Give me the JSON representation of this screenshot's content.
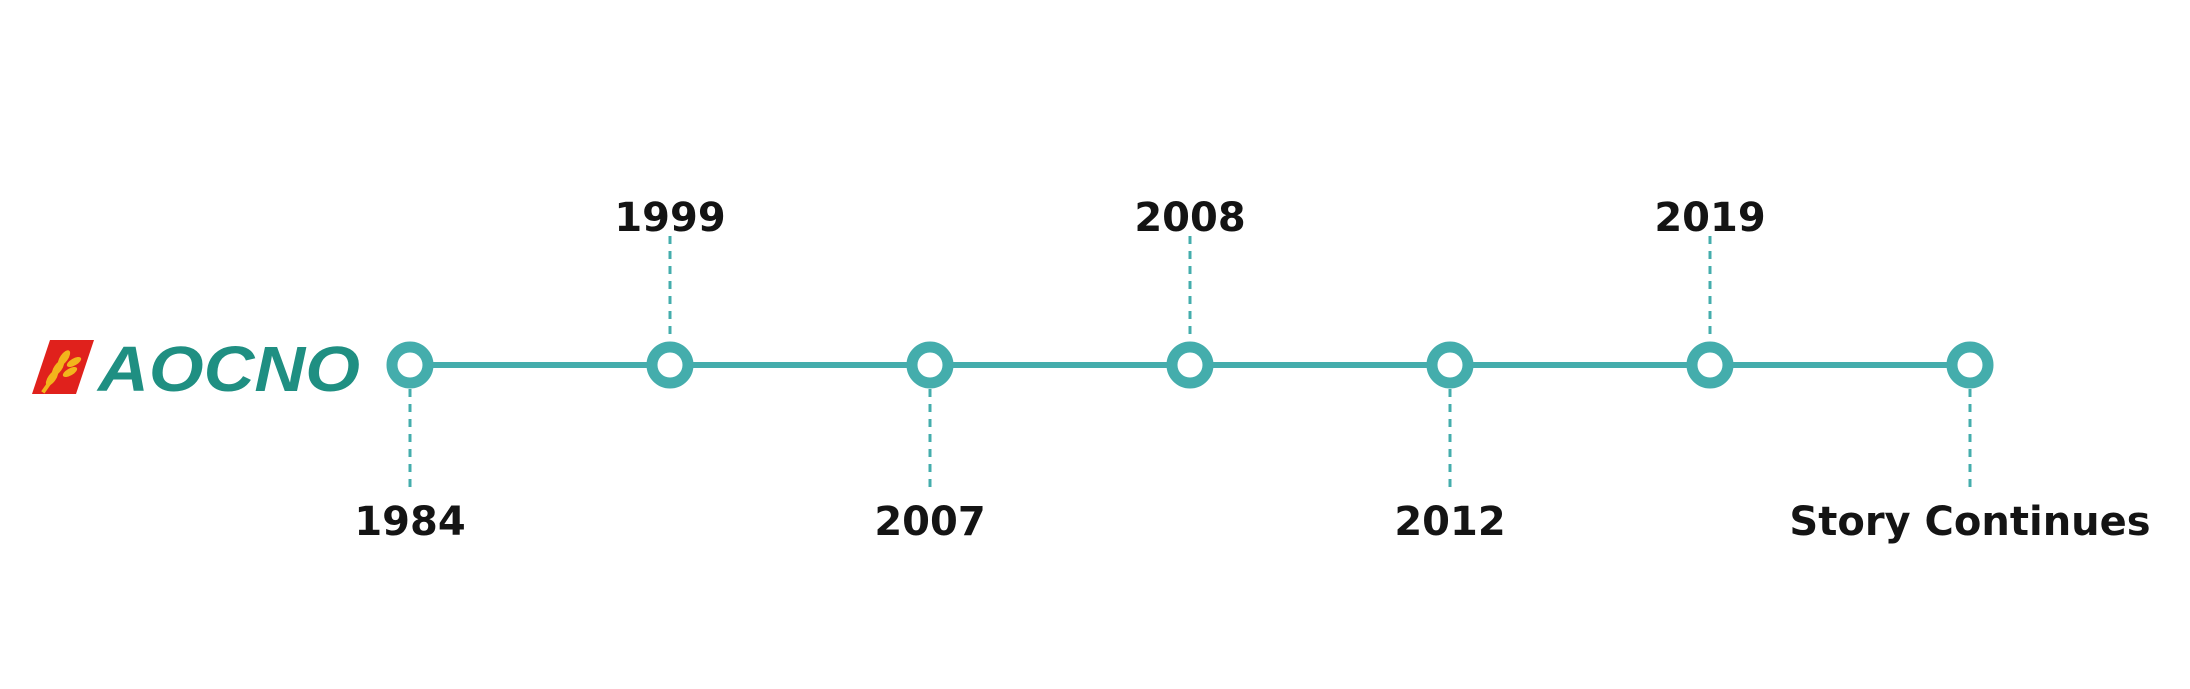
{
  "brand": {
    "logo_text": "AOCNO",
    "logo_color": "#1f8f82",
    "mark_red": "#e0211c",
    "mark_gold": "#f2b51c"
  },
  "timeline": {
    "line_color": "#44adac",
    "events": [
      {
        "label": "1984",
        "position": "below"
      },
      {
        "label": "1999",
        "position": "above"
      },
      {
        "label": "2007",
        "position": "below"
      },
      {
        "label": "2008",
        "position": "above"
      },
      {
        "label": "2012",
        "position": "below"
      },
      {
        "label": "2019",
        "position": "above"
      },
      {
        "label": "Story Continues",
        "position": "below"
      }
    ]
  }
}
